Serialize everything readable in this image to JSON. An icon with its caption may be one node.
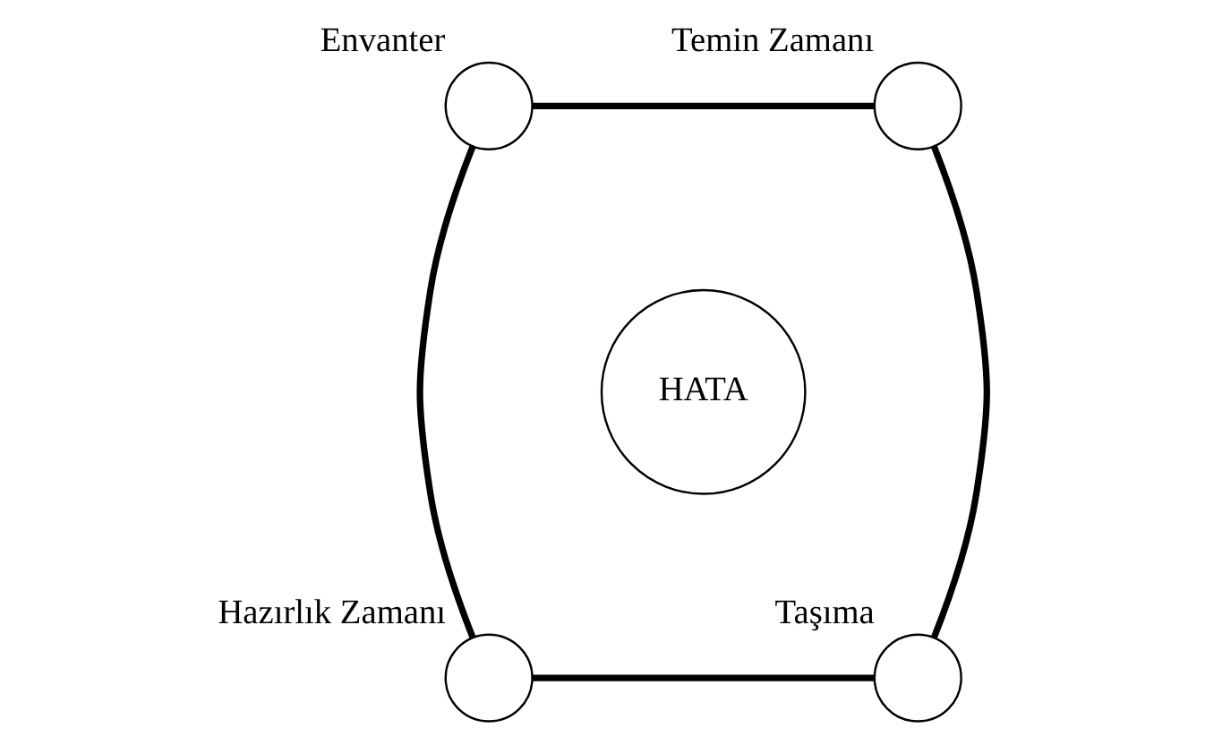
{
  "diagram": {
    "nodes": [
      {
        "text": [],
        "shape": "circle",
        "beside": [
          "Envanter"
        ]
      },
      {
        "text": [],
        "shape": "circle",
        "beside": [
          "Temin Zamanı"
        ]
      },
      {
        "text": [],
        "shape": "circle",
        "beside": [
          "Hazırlık Zamanı"
        ]
      },
      {
        "text": [],
        "shape": "circle",
        "beside": [
          "Taşıma"
        ]
      },
      {
        "text": [
          "HATA"
        ]
      }
    ],
    "edges": [
      {
        "from": 0,
        "to": 1,
        "arrow": "none"
      },
      {
        "from": 0,
        "to": 2,
        "arrow": "none"
      },
      {
        "from": 1,
        "to": 3,
        "arrow": "none"
      },
      {
        "from": 2,
        "to": 3,
        "arrow": "none"
      }
    ]
  }
}
